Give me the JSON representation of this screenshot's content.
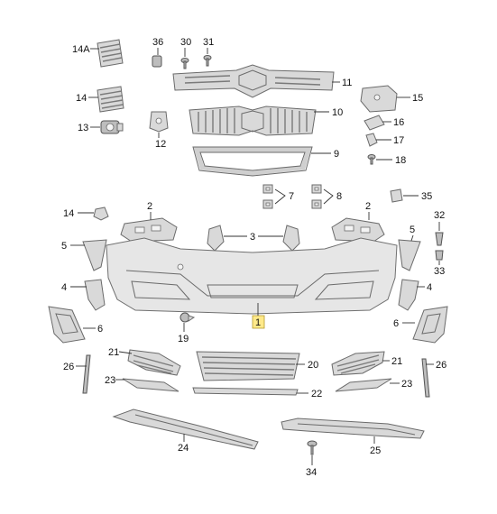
{
  "callouts": {
    "c14A": "14A",
    "c36": "36",
    "c30": "30",
    "c31": "31",
    "c11": "11",
    "c15": "15",
    "c14": "14",
    "c10": "10",
    "c16": "16",
    "c13": "13",
    "c12": "12",
    "c17": "17",
    "c9": "9",
    "c18": "18",
    "c7": "7",
    "c8": "8",
    "c35": "35",
    "c14b": "14",
    "c2a": "2",
    "c2b": "2",
    "c32": "32",
    "c5a": "5",
    "c3": "3",
    "c5b": "5",
    "c33": "33",
    "c4a": "4",
    "c4b": "4",
    "c1": "1",
    "c6a": "6",
    "c6b": "6",
    "c19": "19",
    "c21a": "21",
    "c20": "20",
    "c21b": "21",
    "c26a": "26",
    "c26b": "26",
    "c23a": "23",
    "c22": "22",
    "c23b": "23",
    "c24": "24",
    "c25": "25",
    "c34": "34"
  },
  "colors": {
    "part_fill": "#d9d9d9",
    "part_stroke": "#6b6b6b",
    "highlight_box": "#ffe98a"
  }
}
